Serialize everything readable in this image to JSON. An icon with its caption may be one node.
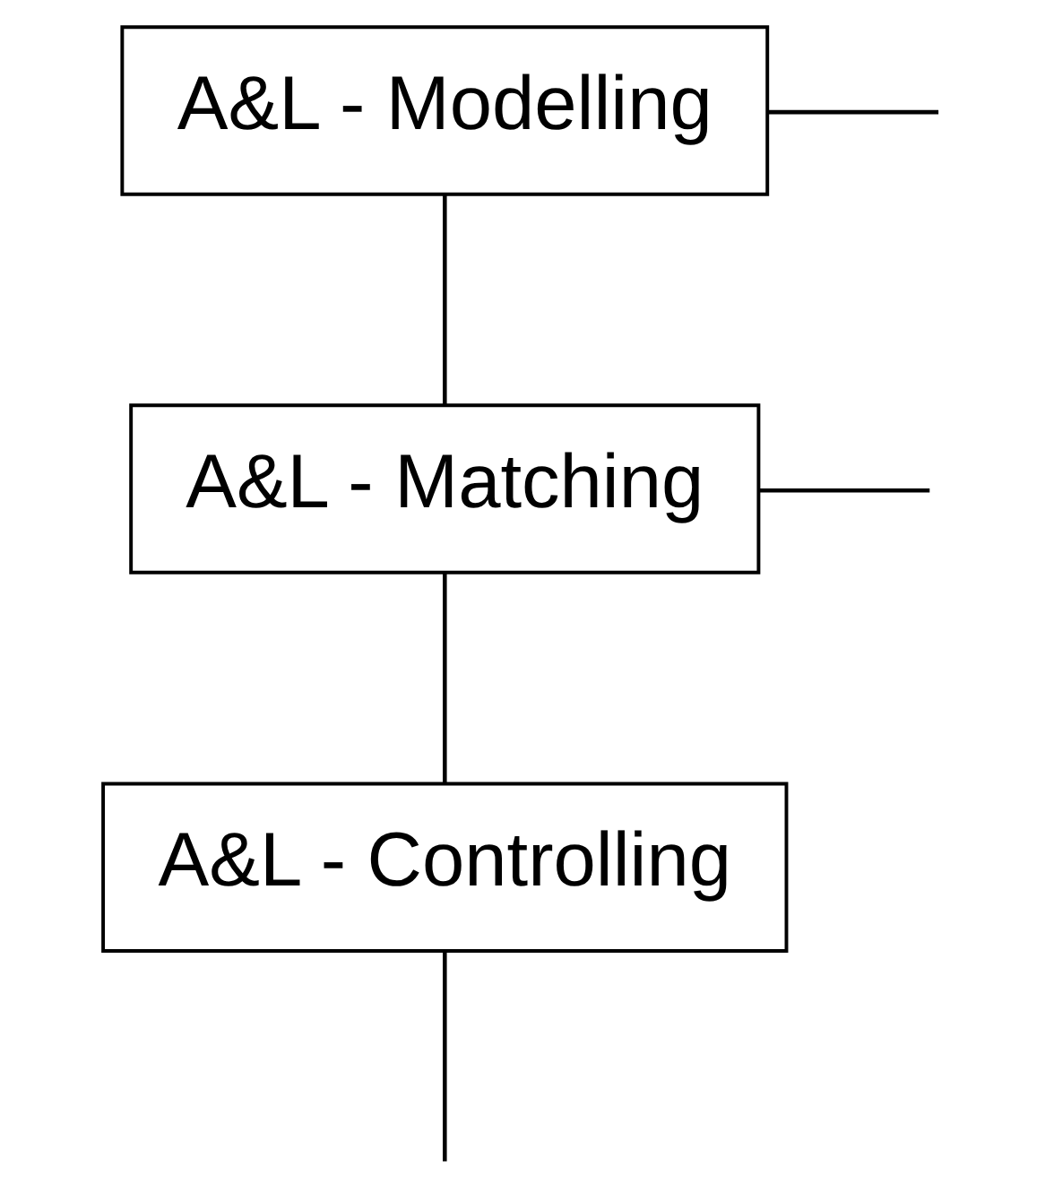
{
  "diagram": {
    "nodes": [
      {
        "text": [
          "A&L - Modelling"
        ]
      },
      {
        "text": [
          "A&L - Matching"
        ]
      },
      {
        "text": [
          "A&L - Controlling"
        ]
      }
    ],
    "edges": [
      {
        "from": 0,
        "to": 1,
        "arrow": "none"
      },
      {
        "from": 1,
        "to": 2,
        "arrow": "none"
      },
      {
        "from": 0,
        "to": null,
        "arrow": "none"
      },
      {
        "from": 1,
        "to": null,
        "arrow": "none"
      },
      {
        "from": 2,
        "to": null,
        "arrow": "none"
      }
    ]
  }
}
